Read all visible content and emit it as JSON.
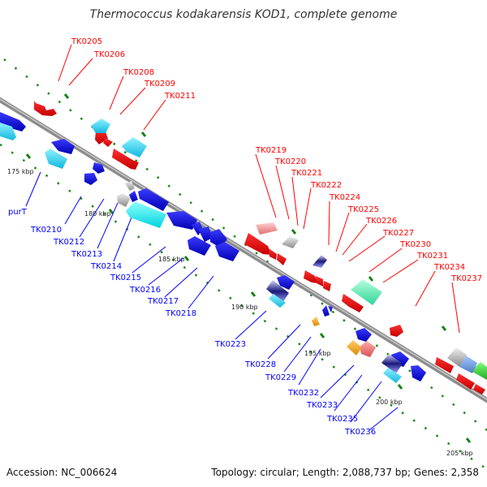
{
  "title": "Thermococcus kodakarensis KOD1, complete genome",
  "footer": {
    "accession": "Accession: NC_006624",
    "summary": "Topology: circular; Length: 2,088,737 bp; Genes: 2,358"
  },
  "colors": {
    "forward_label": "#ff0000",
    "reverse_label": "#0000ff",
    "backbone": "#8c8c8c",
    "tick": "#1a8a1a"
  },
  "kbp_ticks": [
    "175 kbp",
    "180 kbp",
    "185 kbp",
    "190 kbp",
    "195 kbp",
    "200 kbp",
    "205 kbp"
  ],
  "genes_forward": [
    "TK0205",
    "TK0206",
    "TK0208",
    "TK0209",
    "TK0211",
    "TK0219",
    "TK0220",
    "TK0221",
    "TK0222",
    "TK0224",
    "TK0225",
    "TK0226",
    "TK0227",
    "TK0230",
    "TK0231",
    "TK0234",
    "TK0237"
  ],
  "genes_reverse": [
    "purT",
    "TK0210",
    "TK0212",
    "TK0213",
    "TK0214",
    "TK0215",
    "TK0216",
    "TK0217",
    "TK0218",
    "TK0223",
    "TK0228",
    "TK0229",
    "TK0232",
    "TK0233",
    "TK0235",
    "TK0236"
  ]
}
